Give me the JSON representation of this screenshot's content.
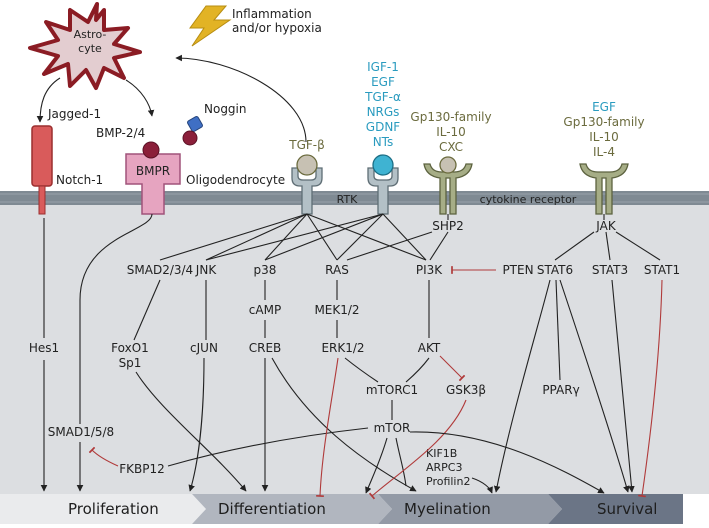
{
  "astrocyte": {
    "line1": "Astro-",
    "line2": "cyte"
  },
  "trigger": {
    "line1": "Inflammation",
    "line2": "and/or hypoxia"
  },
  "ligands": {
    "jagged": "Jagged-1",
    "bmp": "BMP-2/4",
    "noggin": "Noggin",
    "tgfb": "TGF-β",
    "rtk_list": [
      "IGF-1",
      "EGF",
      "TGF-α",
      "NRGs",
      "GDNF",
      "NTs"
    ],
    "gp130_list": [
      "Gp130-family",
      "IL-10",
      "CXC"
    ],
    "jak_list_teal": "EGF",
    "jak_list": [
      "Gp130-family",
      "IL-10",
      "IL-4"
    ]
  },
  "receptors": {
    "notch": "Notch-1",
    "bmpr": "BMPR",
    "oligodendrocyte": "Oligodendrocyte",
    "rtk": "RTK",
    "cytokine": "cytokine receptor"
  },
  "nodes": {
    "hes1": "Hes1",
    "smad234": "SMAD2/3/4",
    "jnk": "JNK",
    "p38": "p38",
    "ras": "RAS",
    "pi3k": "PI3K",
    "pten": "PTEN",
    "shp2": "SHP2",
    "jak": "JAK",
    "stat6": "STAT6",
    "stat3": "STAT3",
    "stat1": "STAT1",
    "camp": "cAMP",
    "mek": "MEK1/2",
    "foxo1": "FoxO1",
    "sp1": "Sp1",
    "cjun": "cJUN",
    "creb": "CREB",
    "erk": "ERK1/2",
    "akt": "AKT",
    "mtorc1": "mTORC1",
    "gsk3b": "GSK3β",
    "ppar": "PPARγ",
    "smad158": "SMAD1/5/8",
    "mtor": "mTOR",
    "fkbp12": "FKBP12",
    "kif1b": "KIF1B",
    "arpc3": "ARPC3",
    "profilin2": "Profilin2"
  },
  "outcomes": [
    "Proliferation",
    "Differentiation",
    "Myelination",
    "Survival"
  ],
  "colors": {
    "astrocyte_fill": "#e3cdd0",
    "astrocyte_stroke": "#8b1c24",
    "bolt": "#e2b325",
    "notch": "#d95b5b",
    "bmpr": "#e6a4c0",
    "receptor_grey": "#b3c0c6",
    "rtk_ball": "#3fb3d2",
    "gp130": "#a6ad86",
    "membrane": "#7f8a93",
    "cytoplasm": "#dcdee1",
    "outcome_1": "#eaebed",
    "outcome_2": "#b1b6bf",
    "outcome_3": "#939aa6",
    "outcome_4": "#6b7586"
  }
}
